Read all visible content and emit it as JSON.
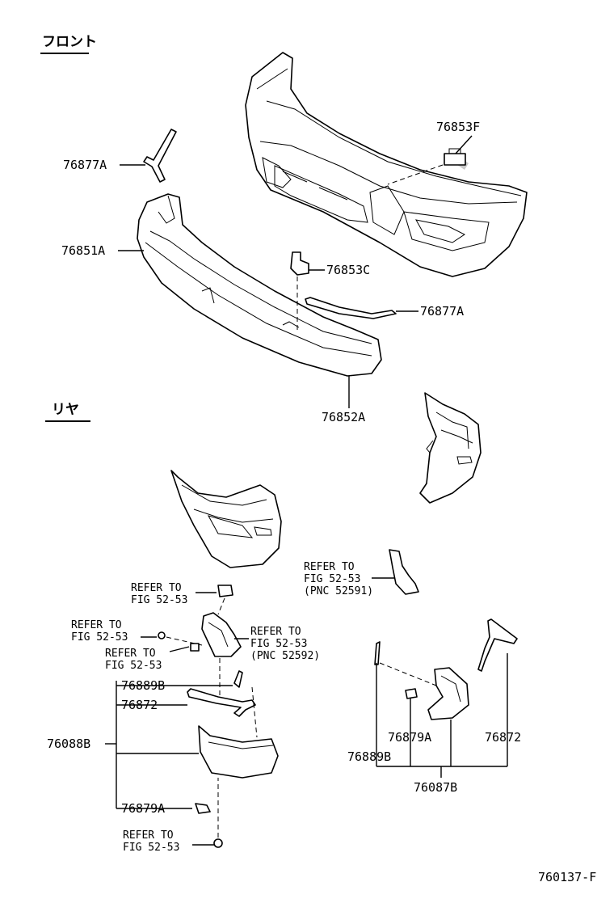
{
  "sections": {
    "front": "フロント",
    "rear": "リヤ"
  },
  "labels": {
    "p76853F": "76853F",
    "p76877A_top": "76877A",
    "p76851A": "76851A",
    "p76853C": "76853C",
    "p76877A_mid": "76877A",
    "p76852A": "76852A",
    "p76889B_left": "76889B",
    "p76872_left": "76872",
    "p76088B": "76088B",
    "p76879A_left": "76879A",
    "p76879A_right": "76879A",
    "p76872_right": "76872",
    "p76889B_right": "76889B",
    "p76087B": "76087B"
  },
  "refs": {
    "r1_line1": "REFER TO",
    "r1_line2": "FIG 52-53",
    "r1_line3": "(PNC 52591)",
    "r2_line1": "REFER TO",
    "r2_line2": "FIG 52-53",
    "r3_line1": "REFER TO",
    "r3_line2": "FIG 52-53",
    "r3_line3": "(PNC 52592)",
    "r4_line1": "REFER TO",
    "r4_line2": "FIG 52-53",
    "r5_line1": "REFER TO",
    "r5_line2": "FIG 52-53",
    "r6_line1": "REFER TO",
    "r6_line2": "FIG 52-53"
  },
  "figure_id": "760137-F"
}
